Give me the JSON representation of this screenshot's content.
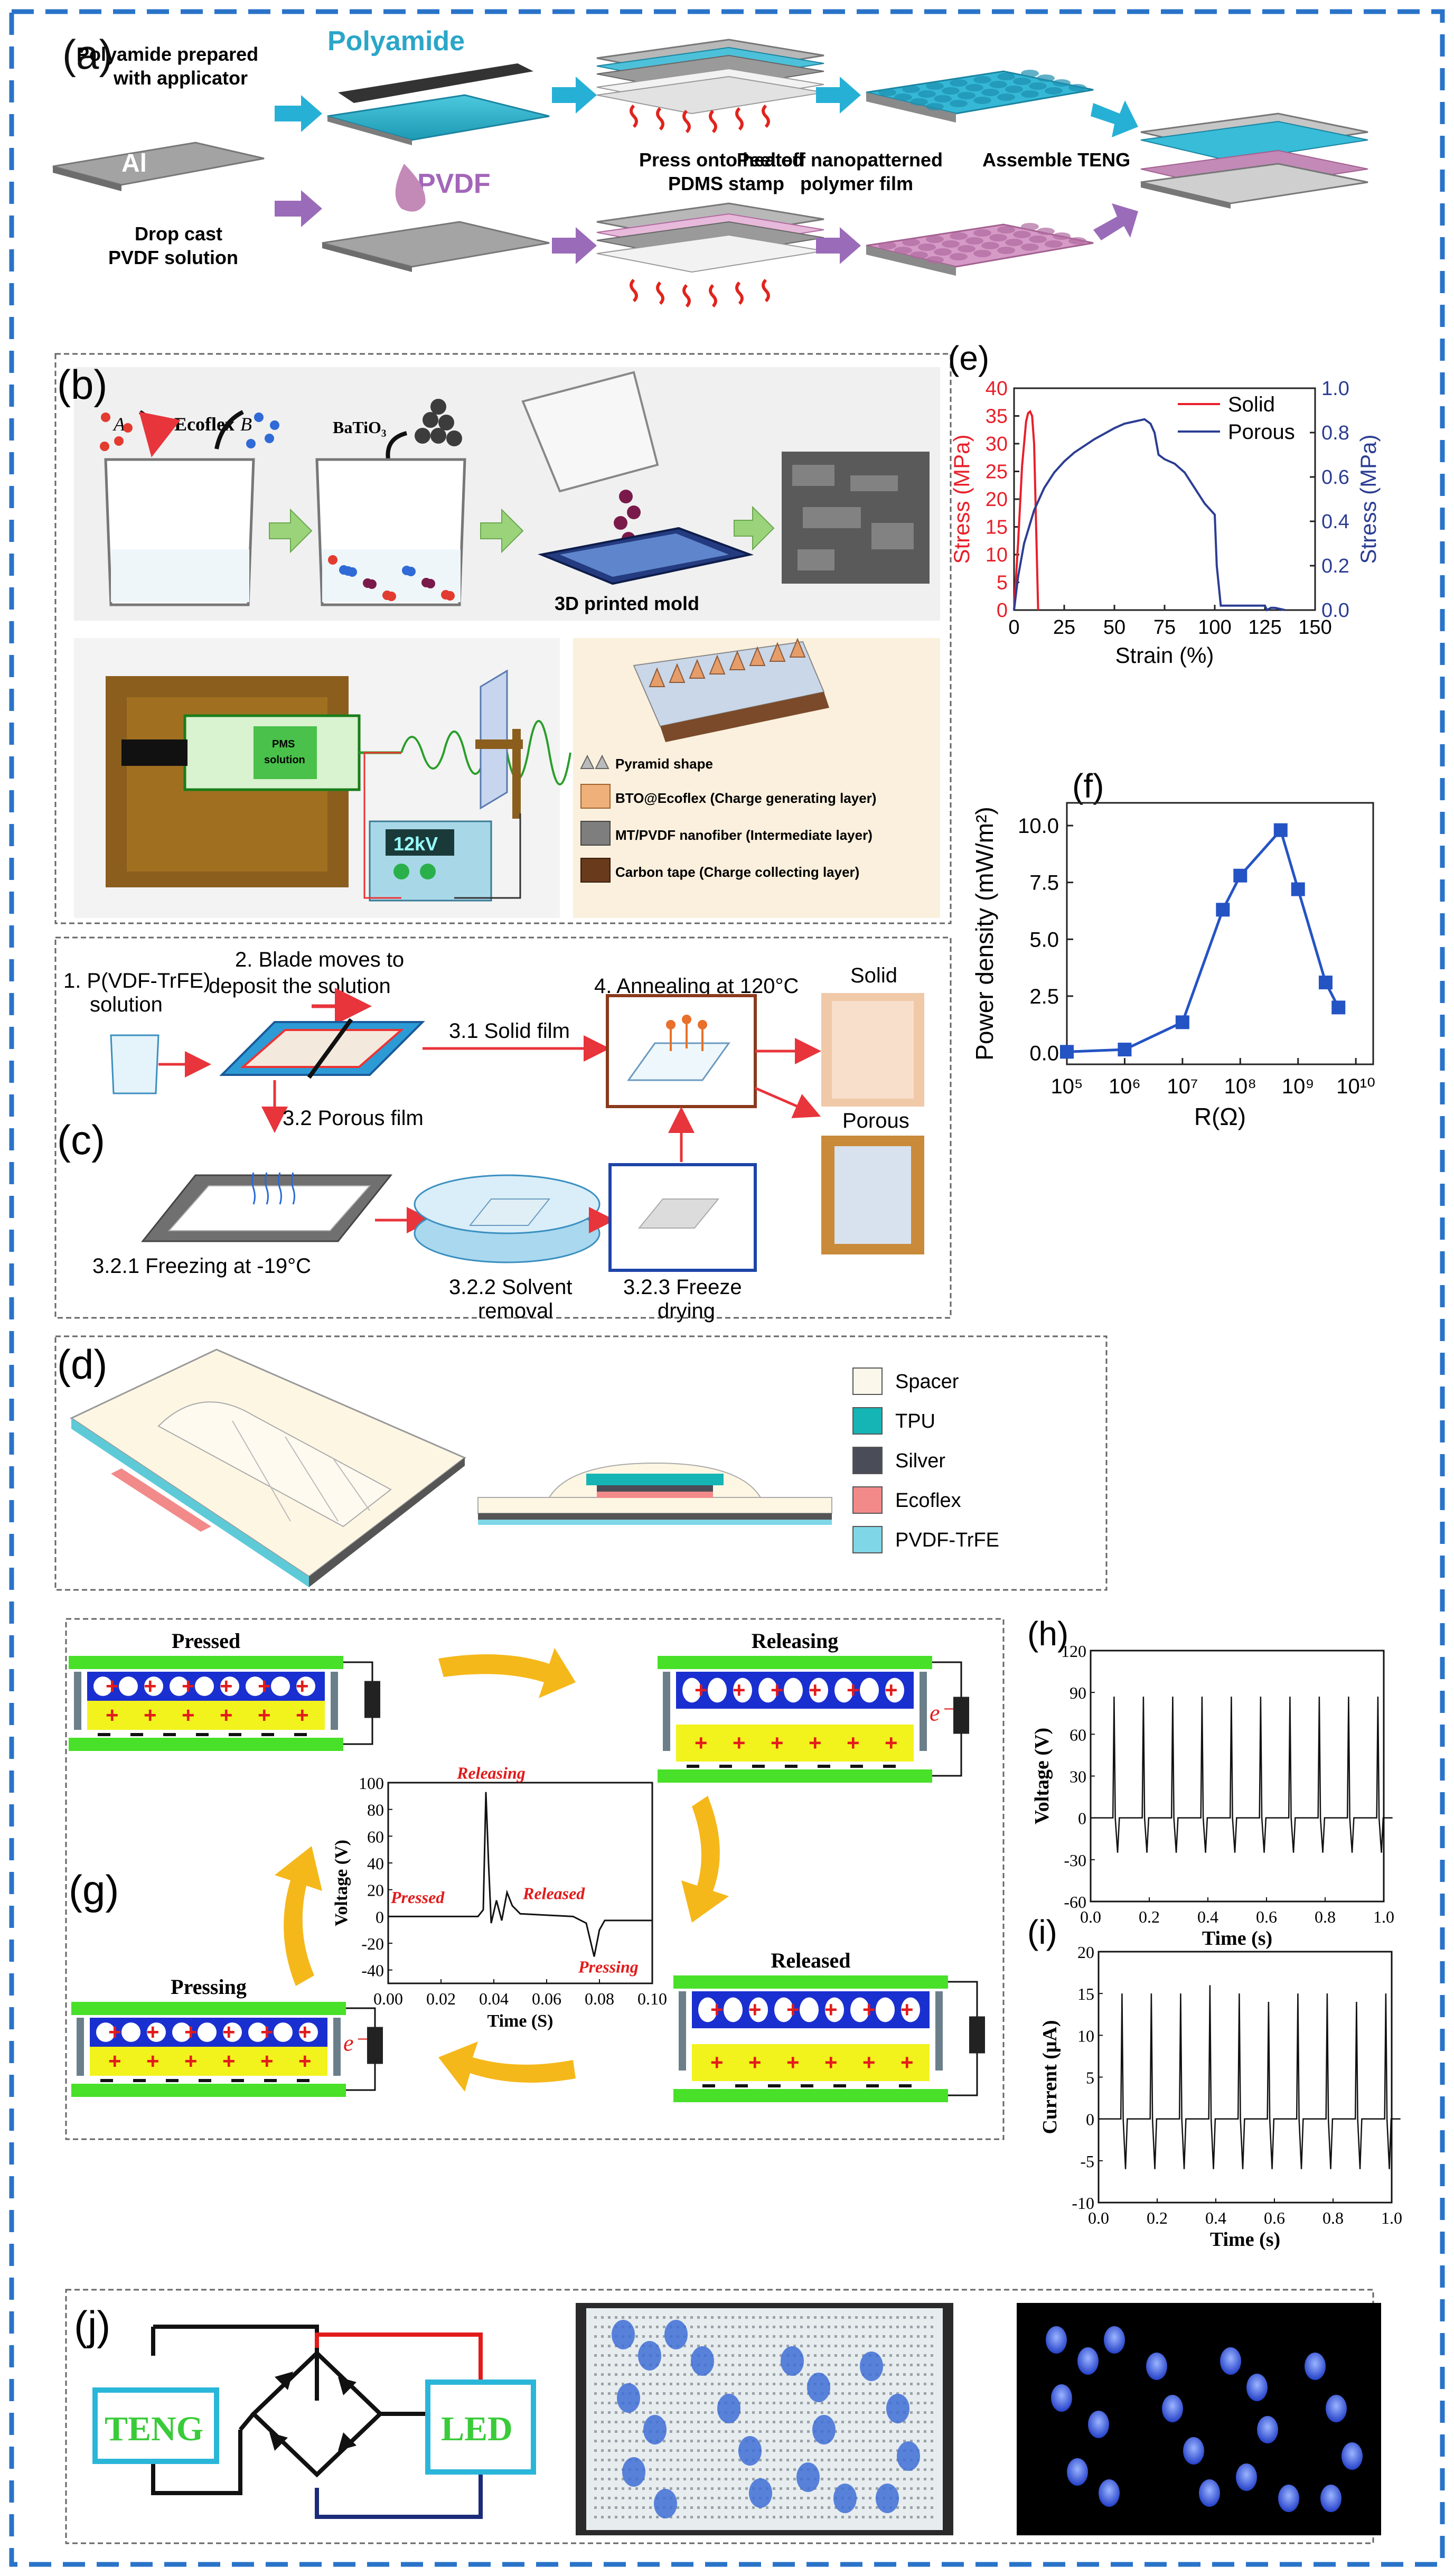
{
  "panel_a": {
    "label": "(a)",
    "polyamide_title": "Polyamide",
    "polyamide_prep": [
      "Polyamide prepared",
      "with applicator"
    ],
    "al": "Al",
    "pvdf_title": "PVDF",
    "drop_cast": [
      "Drop cast",
      "PVDF solution"
    ],
    "press": [
      "Press onto heated",
      "PDMS stamp"
    ],
    "peel": [
      "Peel off nanopatterned",
      "polymer film"
    ],
    "assemble": "Assemble TENG"
  },
  "panel_b": {
    "label": "(b)",
    "a_mark": "A",
    "ecoflex": "Ecoflex",
    "b_mark": "B",
    "batio3": "BaTiO₃",
    "mold": "3D printed mold",
    "syringe_text": [
      "PMS",
      "solution"
    ],
    "hv_display": "12kV",
    "legend": [
      "Pyramid shape",
      "BTO@Ecoflex (Charge generating layer)",
      "MT/PVDF nanofiber (Intermediate layer)",
      "Carbon tape (Charge collecting layer)"
    ]
  },
  "panel_c": {
    "label": "(c)",
    "s1": [
      "1. P(VDF-TrFE)",
      "solution"
    ],
    "s2": [
      "2. Blade moves to",
      "deposit the solution"
    ],
    "s31": "3.1 Solid film",
    "s4": "4. Annealing at 120°C",
    "solid": "Solid",
    "porous": "Porous",
    "s32": "3.2 Porous film",
    "s321": "3.2.1 Freezing at -19°C",
    "s322": [
      "3.2.2 Solvent",
      "removal"
    ],
    "s323": [
      "3.2.3 Freeze",
      "drying"
    ]
  },
  "panel_d": {
    "label": "(d)",
    "legend": [
      {
        "name": "Spacer",
        "color": "#fbf7ea"
      },
      {
        "name": "TPU",
        "color": "#16b5b5"
      },
      {
        "name": "Silver",
        "color": "#4a4d57"
      },
      {
        "name": "Ecoflex",
        "color": "#f28a8a"
      },
      {
        "name": "PVDF-TrFE",
        "color": "#7fd6e6"
      }
    ]
  },
  "panel_g": {
    "label": "(g)",
    "states": [
      "Pressed",
      "Releasing",
      "Released",
      "Pressing"
    ],
    "electron": "e⁻",
    "inset_ylabel": "Voltage (V)",
    "inset_xlabel": "Time (S)",
    "inset_annotations": [
      "Releasing",
      "Pressed",
      "Released",
      "Pressing"
    ],
    "inset_yticks": [
      "100",
      "80",
      "60",
      "40",
      "20",
      "0",
      "-20",
      "-40"
    ],
    "inset_xticks": [
      "0.00",
      "0.02",
      "0.04",
      "0.06",
      "0.08",
      "0.10"
    ]
  },
  "panel_h": {
    "label": "(h)",
    "ylabel": "Voltage (V)",
    "xlabel": "Time (s)",
    "yticks": [
      "120",
      "90",
      "60",
      "30",
      "0",
      "-30",
      "-60"
    ],
    "xticks": [
      "0.0",
      "0.2",
      "0.4",
      "0.6",
      "0.8",
      "1.0"
    ]
  },
  "panel_i": {
    "label": "(i)",
    "ylabel": "Current (μA)",
    "xlabel": "Time (s)",
    "yticks": [
      "20",
      "15",
      "10",
      "5",
      "0",
      "-5",
      "-10"
    ],
    "xticks": [
      "0.0",
      "0.2",
      "0.4",
      "0.6",
      "0.8",
      "1.0"
    ]
  },
  "panel_j": {
    "label": "(j)",
    "teng": "TENG",
    "led": "LED"
  },
  "chart_data": [
    {
      "panel": "(e)",
      "type": "line",
      "xlabel": "Strain (%)",
      "ylabel": "Stress (MPa)",
      "y2label": "Stress (MPa)",
      "xlim": [
        0,
        150
      ],
      "ylim": [
        0,
        40
      ],
      "y2lim": [
        0,
        1.0
      ],
      "xticks": [
        "0",
        "25",
        "50",
        "75",
        "100",
        "125",
        "150"
      ],
      "yticks": [
        "0",
        "5",
        "10",
        "15",
        "20",
        "25",
        "30",
        "35",
        "40"
      ],
      "y2ticks": [
        "0.0",
        "0.2",
        "0.4",
        "0.6",
        "0.8",
        "1.0"
      ],
      "legend_position": "top-right",
      "series": [
        {
          "name": "Solid",
          "color": "#e8202a",
          "axis": "left",
          "x": [
            0,
            2,
            4,
            6,
            7,
            8,
            9,
            10,
            11,
            12
          ],
          "y": [
            0,
            12,
            26,
            34,
            35.5,
            35.8,
            35,
            30,
            15,
            0
          ]
        },
        {
          "name": "Porous",
          "color": "#2b3d93",
          "axis": "right",
          "x": [
            0,
            2,
            5,
            10,
            15,
            20,
            25,
            30,
            40,
            50,
            55,
            60,
            65,
            68,
            70,
            72,
            75,
            80,
            85,
            90,
            95,
            98,
            100,
            101,
            103,
            110,
            115,
            120,
            125,
            126,
            128,
            130,
            135
          ],
          "y": [
            0,
            0.15,
            0.3,
            0.45,
            0.55,
            0.62,
            0.67,
            0.71,
            0.77,
            0.82,
            0.84,
            0.85,
            0.86,
            0.84,
            0.8,
            0.7,
            0.68,
            0.66,
            0.62,
            0.55,
            0.48,
            0.45,
            0.43,
            0.2,
            0.02,
            0.02,
            0.02,
            0.02,
            0.02,
            0.0,
            0.01,
            0.01,
            0.0
          ]
        }
      ]
    },
    {
      "panel": "(f)",
      "type": "line",
      "xlabel": "R(Ω)",
      "ylabel": "Power density (mW/m²)",
      "xscale": "log",
      "xlim": [
        5,
        10.3
      ],
      "ylim": [
        -0.5,
        11
      ],
      "yticks": [
        "0.0",
        "2.5",
        "5.0",
        "7.5",
        "10.0"
      ],
      "xticks": [
        "10⁵",
        "10⁶",
        "10⁷",
        "10⁸",
        "10⁹",
        "10¹⁰"
      ],
      "series": [
        {
          "name": "",
          "color": "#2453c4",
          "x": [
            100000,
            1000000,
            10000000,
            50000000,
            100000000,
            500000000,
            1000000000,
            3000000000,
            5000000000
          ],
          "y": [
            0.05,
            0.15,
            1.35,
            6.3,
            7.8,
            9.8,
            7.2,
            3.1,
            2.0
          ]
        }
      ]
    }
  ]
}
